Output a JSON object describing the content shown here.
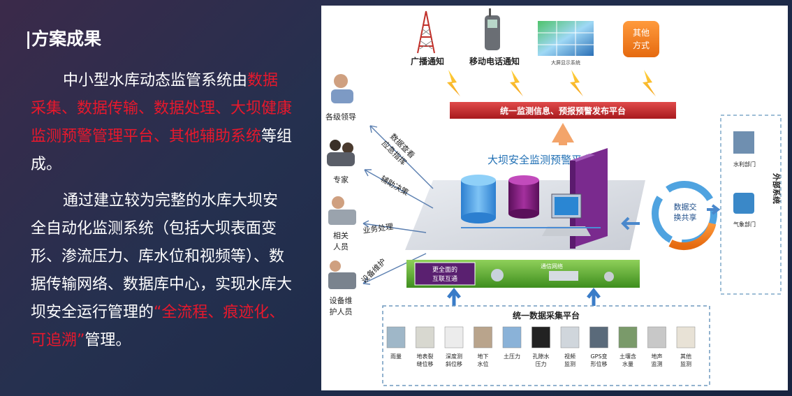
{
  "slide": {
    "title": "|方案成果",
    "p1_a": "中小型水库动态监管系统由",
    "p1_b": "数据采集、数据传输、数据处理、大坝健康监测预警管理平台、其他辅助系统",
    "p1_c": "等组成。",
    "p2_a": "通过建立较为完整的水库大坝安全自动化监测系统（包括大坝表面变形、渗流压力、库水位和视频等）、数据传输网络、数据库中心，实现水库大坝安全运行管理的",
    "p2_b": "“全流程、痕迹化、可追溯”",
    "p2_c": "管理。"
  },
  "diagram": {
    "notify": [
      "广播通知",
      "移动电话通知",
      "大屏显示系统",
      "其他\n方式"
    ],
    "release_platform": "统一监测信息、预报预警发布平台",
    "platform_title": "大坝安全监测预警平台",
    "left_roles": [
      "各级领导",
      "专家",
      "相关\n人员",
      "设备维\n护人员"
    ],
    "left_actions": [
      "数据查看\n应急指挥",
      "辅助决策",
      "业务处理",
      "设备维护"
    ],
    "exchange": "数据交\n换共享",
    "external_title": "外部系统",
    "external_items": [
      "水利部门",
      "气象部门"
    ],
    "network_left": "更全面的\n互联互通",
    "network_label": "通信网络",
    "collect_title": "统一数据采集平台",
    "sensors": [
      "雨量",
      "地表裂缝位移",
      "深度测斜位移",
      "地下水位",
      "土压力",
      "孔隙水压力",
      "视频监测",
      "GPS变形位移",
      "土壤含水量",
      "地声监测",
      "其他监测"
    ],
    "colors": {
      "red_bar": "#c8252c",
      "green_bar": "#5aa832",
      "blue_text": "#1f6fb4",
      "orange": "#f07a1a"
    }
  }
}
